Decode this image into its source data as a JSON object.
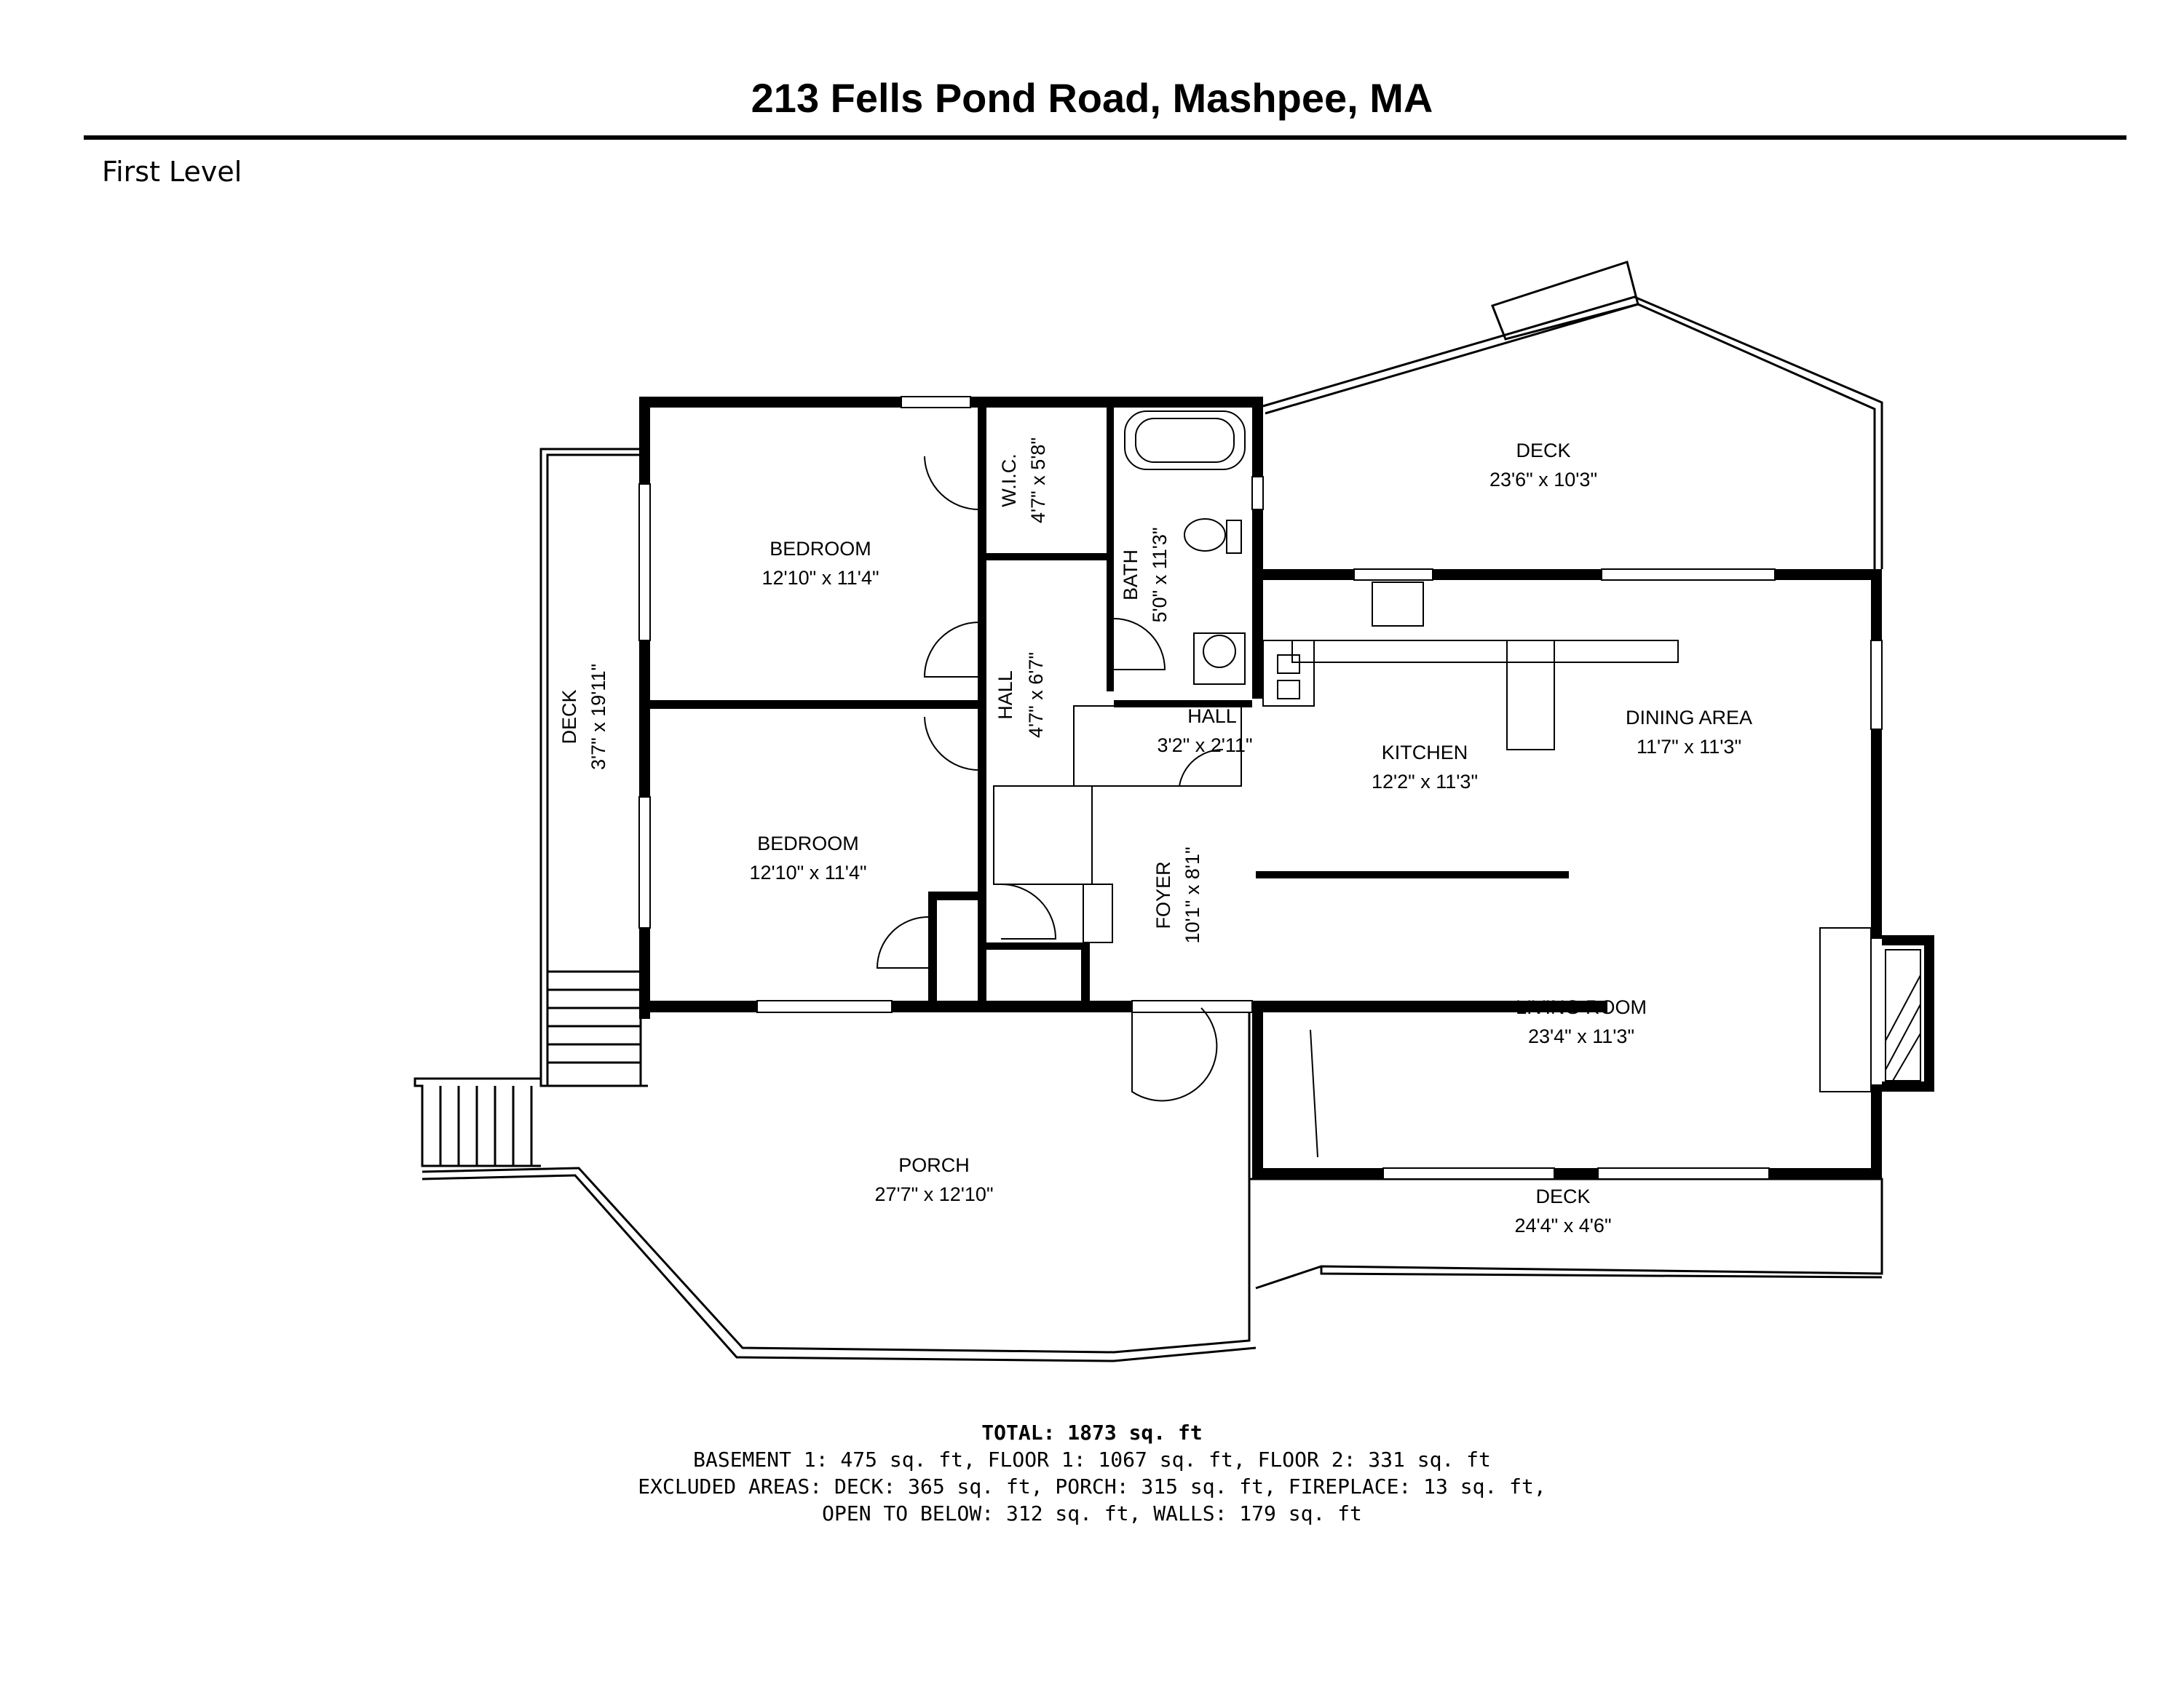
{
  "header": {
    "title": "213 Fells Pond Road, Mashpee,  MA",
    "level": "First Level"
  },
  "rooms": {
    "bedroom1": {
      "name": "BEDROOM",
      "dims": "12'10\" x 11'4\""
    },
    "bedroom2": {
      "name": "BEDROOM",
      "dims": "12'10\" x 11'4\""
    },
    "wic": {
      "name": "W.I.C.",
      "dims": "4'7\" x 5'8\""
    },
    "bath": {
      "name": "BATH",
      "dims": "5'0\" x 11'3\""
    },
    "hall1": {
      "name": "HALL",
      "dims": "4'7\" x 6'7\""
    },
    "hall2": {
      "name": "HALL",
      "dims": "3'2\" x 2'11\""
    },
    "foyer": {
      "name": "FOYER",
      "dims": "10'1\" x 8'1\""
    },
    "kitchen": {
      "name": "KITCHEN",
      "dims": "12'2\" x 11'3\""
    },
    "dining": {
      "name": "DINING AREA",
      "dims": "11'7\" x 11'3\""
    },
    "living": {
      "name": "LIVING ROOM",
      "dims": "23'4\" x 11'3\""
    },
    "deck_top": {
      "name": "DECK",
      "dims": "23'6\" x 10'3\""
    },
    "deck_left": {
      "name": "DECK",
      "dims": "3'7\" x 19'11\""
    },
    "deck_bottom": {
      "name": "DECK",
      "dims": "24'4\" x 4'6\""
    },
    "porch": {
      "name": "PORCH",
      "dims": "27'7\" x 12'10\""
    }
  },
  "totals": {
    "total_label": "TOTAL: 1873 sq. ft",
    "line1": "BASEMENT 1: 475 sq. ft, FLOOR 1: 1067 sq. ft, FLOOR 2: 331 sq. ft",
    "line2": "EXCLUDED AREAS: DECK: 365 sq. ft, PORCH: 315 sq. ft, FIREPLACE: 13 sq. ft,",
    "line3": "OPEN TO BELOW: 312 sq. ft, WALLS: 179 sq. ft"
  }
}
